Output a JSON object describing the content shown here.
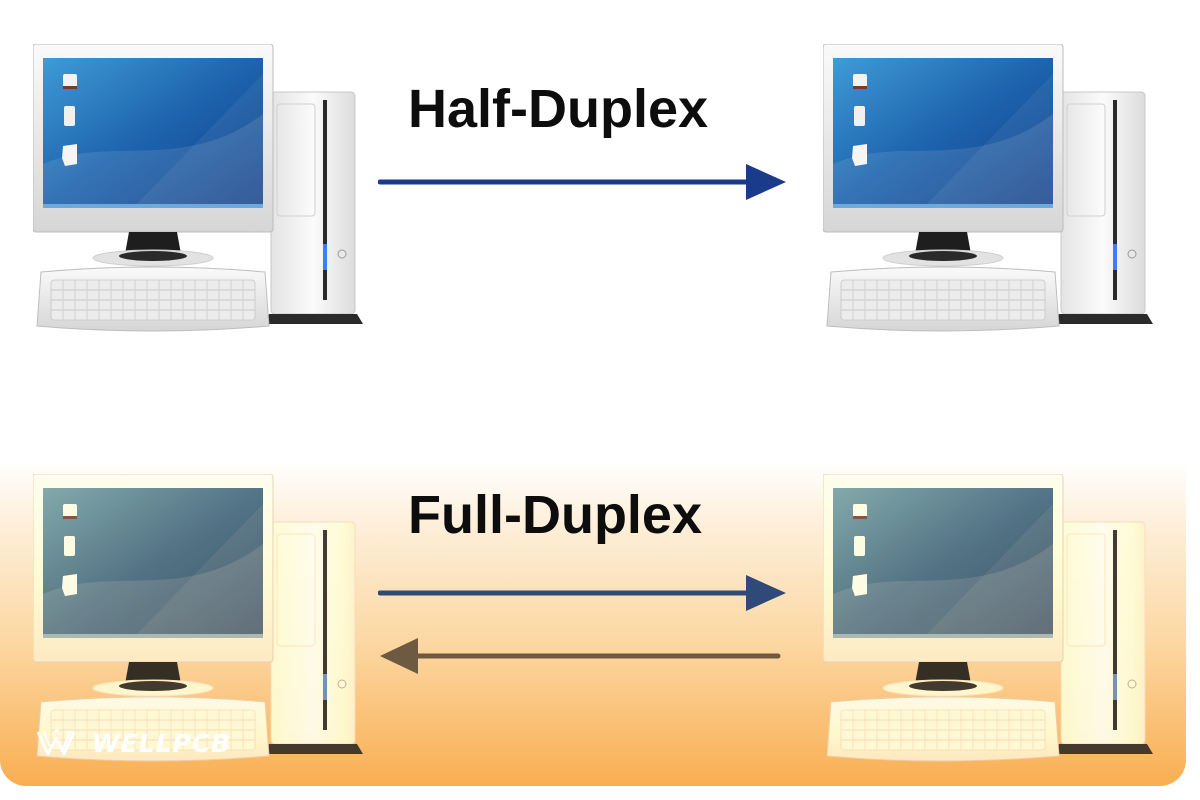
{
  "diagram": {
    "sections": [
      {
        "id": "half-duplex",
        "title": "Half-Duplex",
        "arrows": [
          {
            "direction": "right",
            "color": "#1a3a8a"
          }
        ],
        "left_node": "computer",
        "right_node": "computer",
        "background": "#ffffff"
      },
      {
        "id": "full-duplex",
        "title": "Full-Duplex",
        "arrows": [
          {
            "direction": "right",
            "color": "#2f4a78"
          },
          {
            "direction": "left",
            "color": "#6e5a40"
          }
        ],
        "left_node": "computer",
        "right_node": "computer",
        "background_gradient": [
          "#ffffff",
          "#f9ae52"
        ]
      }
    ]
  },
  "watermark": {
    "text": "WELLPCB",
    "icon": "wellpcb-logo-icon"
  },
  "colors": {
    "half_arrow": "#1a3a8a",
    "full_arrow_forward": "#2f4a78",
    "full_arrow_back": "#6e5a40",
    "orange": "#f9ae52",
    "screen_blue": "#1f5fa8"
  }
}
